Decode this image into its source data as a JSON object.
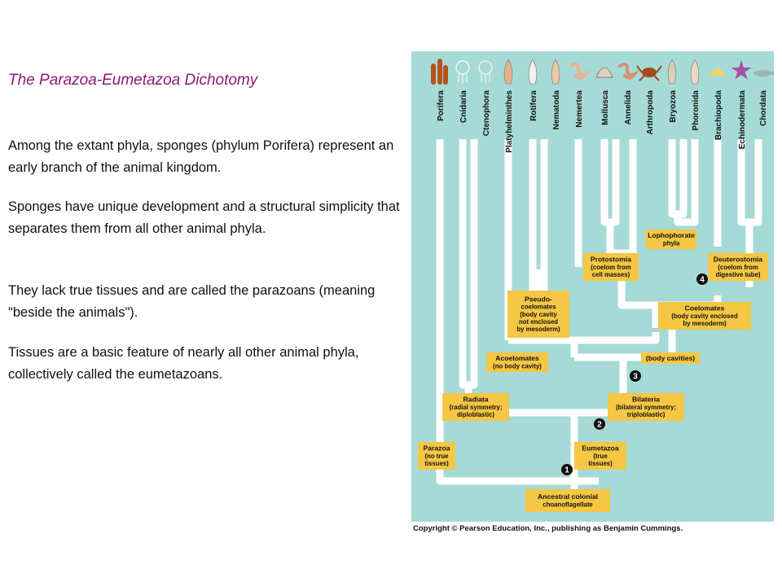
{
  "slide": {
    "title": "The Parazoa-Eumetazoa Dichotomy",
    "paragraphs": [
      "Among the extant phyla, sponges (phylum Porifera) represent an early branch of the animal kingdom.",
      "Sponges have unique development and a structural simplicity that separates them from all other animal phyla.",
      "They lack true tissues and are called the parazoans (meaning \"beside the animals\").",
      "Tissues are a basic feature of nearly all other animal phyla, collectively called the eumetazoans."
    ]
  },
  "figure": {
    "background_color": "#a6dad6",
    "line_color": "#ffffff",
    "box_color": "#f6c744",
    "phyla": [
      "Porifera",
      "Cnidaria",
      "Ctenophora",
      "Platyhelminthes",
      "Rotifera",
      "Nematoda",
      "Nemertea",
      "Mollusca",
      "Annelida",
      "Arthropoda",
      "Bryozoa",
      "Phoronida",
      "Brachiopoda",
      "Echinodermata",
      "Chordata"
    ],
    "labels": {
      "lophophorate": [
        "Lophophorate",
        "phyla"
      ],
      "protostomia": [
        "Protostomia",
        "(coelom from",
        "cell masses)"
      ],
      "deuterostomia": [
        "Deuterostomia",
        "(coelom from",
        "digestive tube)"
      ],
      "pseudocoelomates": [
        "Pseudo-",
        "coelomates",
        "(body cavity",
        "not enclosed",
        "by mesoderm)"
      ],
      "coelomates": [
        "Coelomates",
        "(body cavity enclosed",
        "by mesoderm)"
      ],
      "acoelomates": [
        "Acoelomates",
        "(no body cavity)"
      ],
      "body_cavities": [
        "(body cavities)"
      ],
      "radiata": [
        "Radiata",
        "(radial symmetry;",
        "diploblastic)"
      ],
      "bilateria": [
        "Bilateria",
        "(bilateral symmetry;",
        "triploblastic)"
      ],
      "parazoa": [
        "Parazoa",
        "(no true",
        "tissues)"
      ],
      "eumetazoa": [
        "Eumetazoa",
        "(true",
        "tissues)"
      ],
      "ancestor": [
        "Ancestral colonial",
        "choanoflagellate"
      ]
    },
    "markers": [
      "1",
      "2",
      "3",
      "4"
    ],
    "copyright": "Copyright © Pearson Education, Inc., publishing as Benjamin Cummings."
  }
}
